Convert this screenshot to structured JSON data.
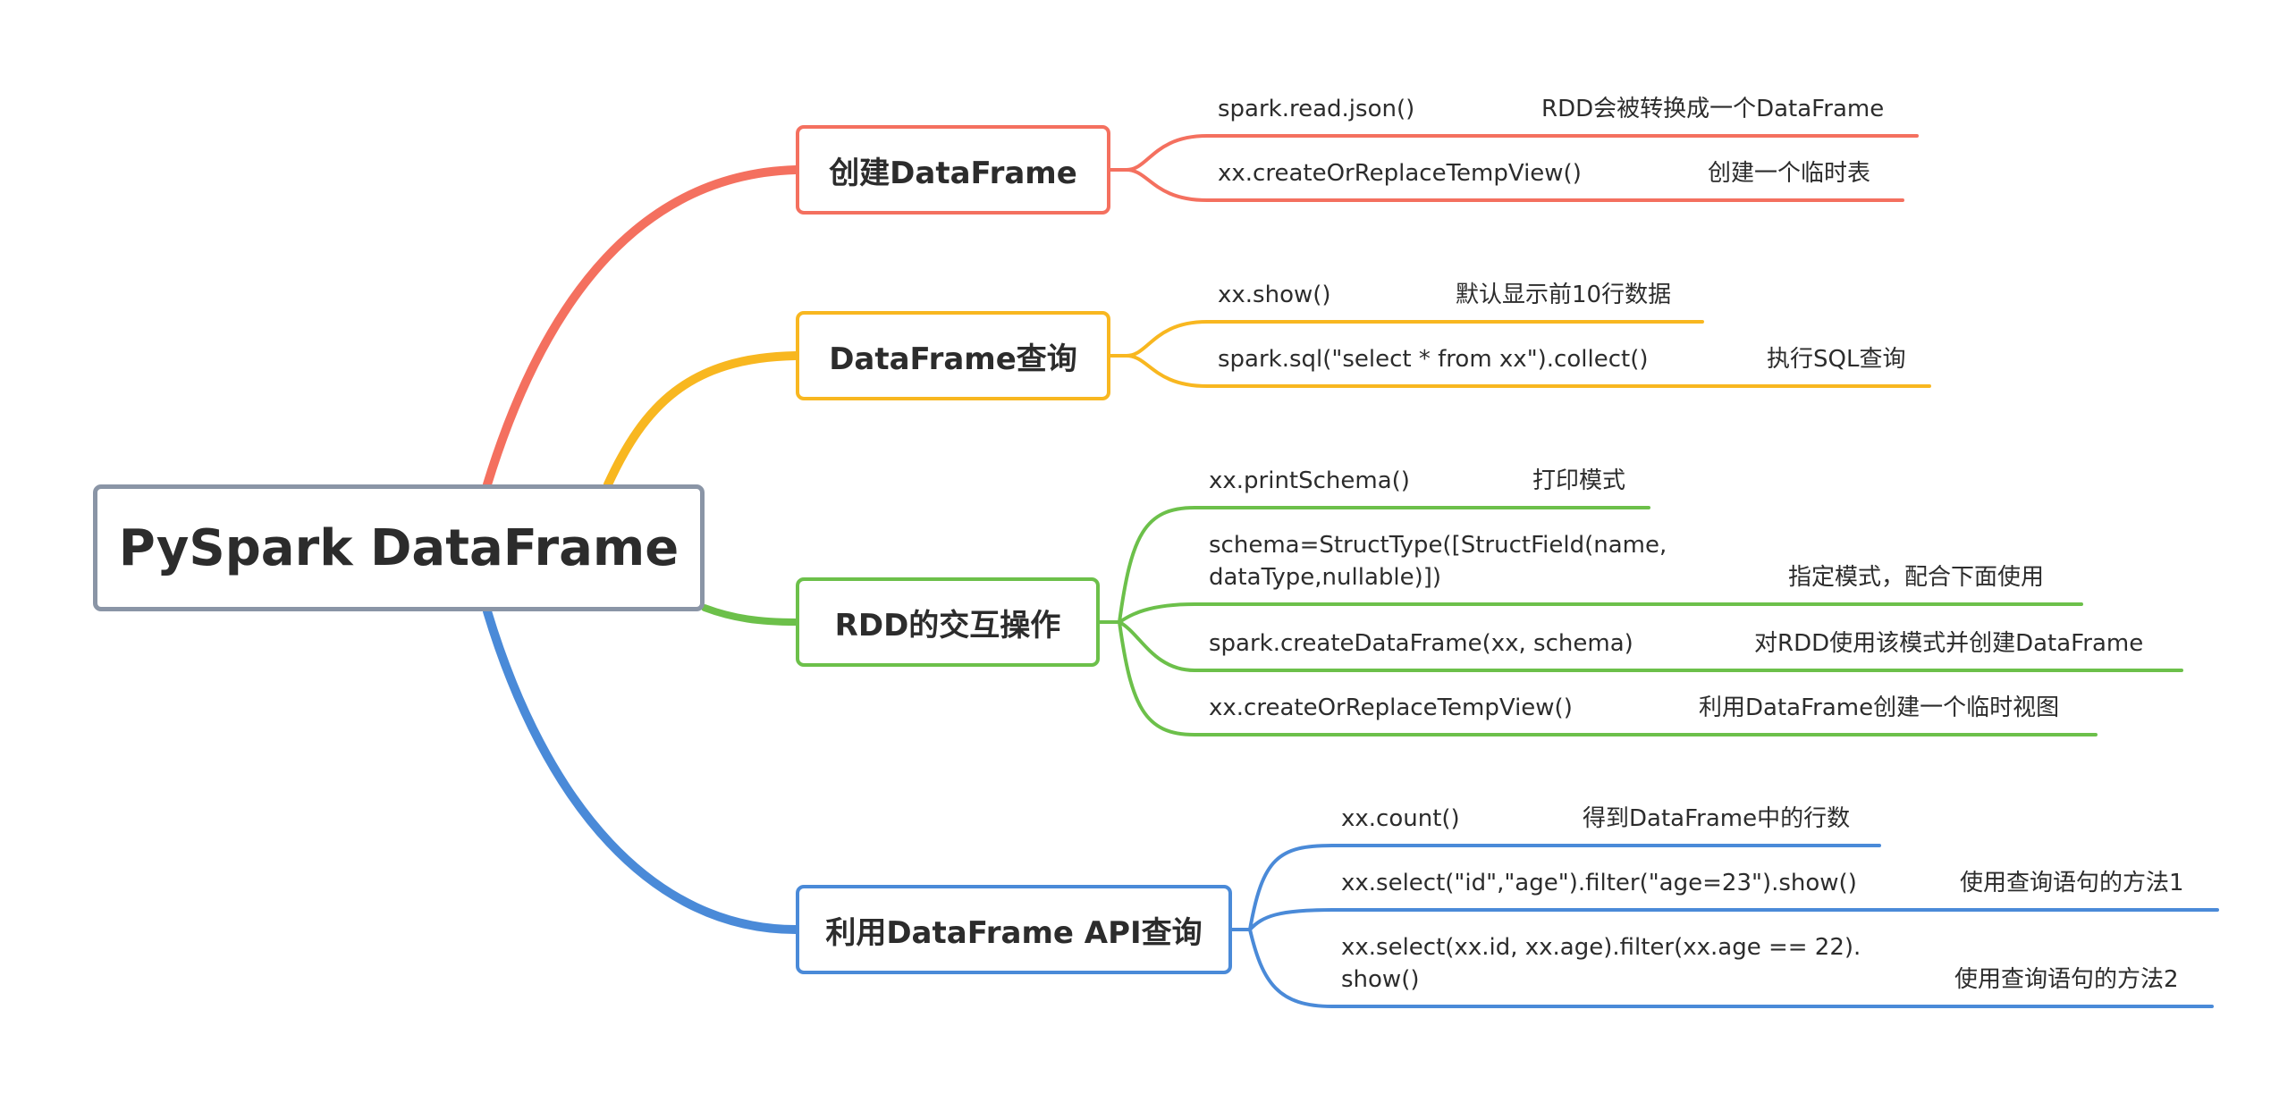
{
  "root": {
    "label": "PySpark DataFrame",
    "color": "#8a95a6"
  },
  "branches": [
    {
      "label": "创建DataFrame",
      "color": "#f4705f",
      "items": [
        {
          "lines": [
            "spark.read.json()"
          ],
          "note": "RDD会被转换成一个DataFrame"
        },
        {
          "lines": [
            "xx.createOrReplaceTempView()"
          ],
          "note": "创建一个临时表"
        }
      ]
    },
    {
      "label": "DataFrame查询",
      "color": "#f8b720",
      "items": [
        {
          "lines": [
            "xx.show()"
          ],
          "note": "默认显示前10行数据"
        },
        {
          "lines": [
            "spark.sql(\"select * from xx\").collect()"
          ],
          "note": "执行SQL查询"
        }
      ]
    },
    {
      "label": "RDD的交互操作",
      "color": "#6cc04a",
      "items": [
        {
          "lines": [
            "xx.printSchema()"
          ],
          "note": "打印模式"
        },
        {
          "lines": [
            "schema=StructType([StructField(name,",
            "dataType,nullable)])"
          ],
          "note": "指定模式，配合下面使用"
        },
        {
          "lines": [
            "spark.createDataFrame(xx, schema)"
          ],
          "note": "对RDD使用该模式并创建DataFrame"
        },
        {
          "lines": [
            "xx.createOrReplaceTempView()"
          ],
          "note": "利用DataFrame创建一个临时视图"
        }
      ]
    },
    {
      "label": "利用DataFrame API查询",
      "color": "#4a8ad8",
      "items": [
        {
          "lines": [
            "xx.count()"
          ],
          "note": "得到DataFrame中的行数"
        },
        {
          "lines": [
            "xx.select(\"id\",\"age\").filter(\"age=23\").show()"
          ],
          "note": "使用查询语句的方法1"
        },
        {
          "lines": [
            "xx.select(xx.id, xx.age).filter(xx.age == 22).",
            "show()"
          ],
          "note": "使用查询语句的方法2"
        }
      ]
    }
  ]
}
